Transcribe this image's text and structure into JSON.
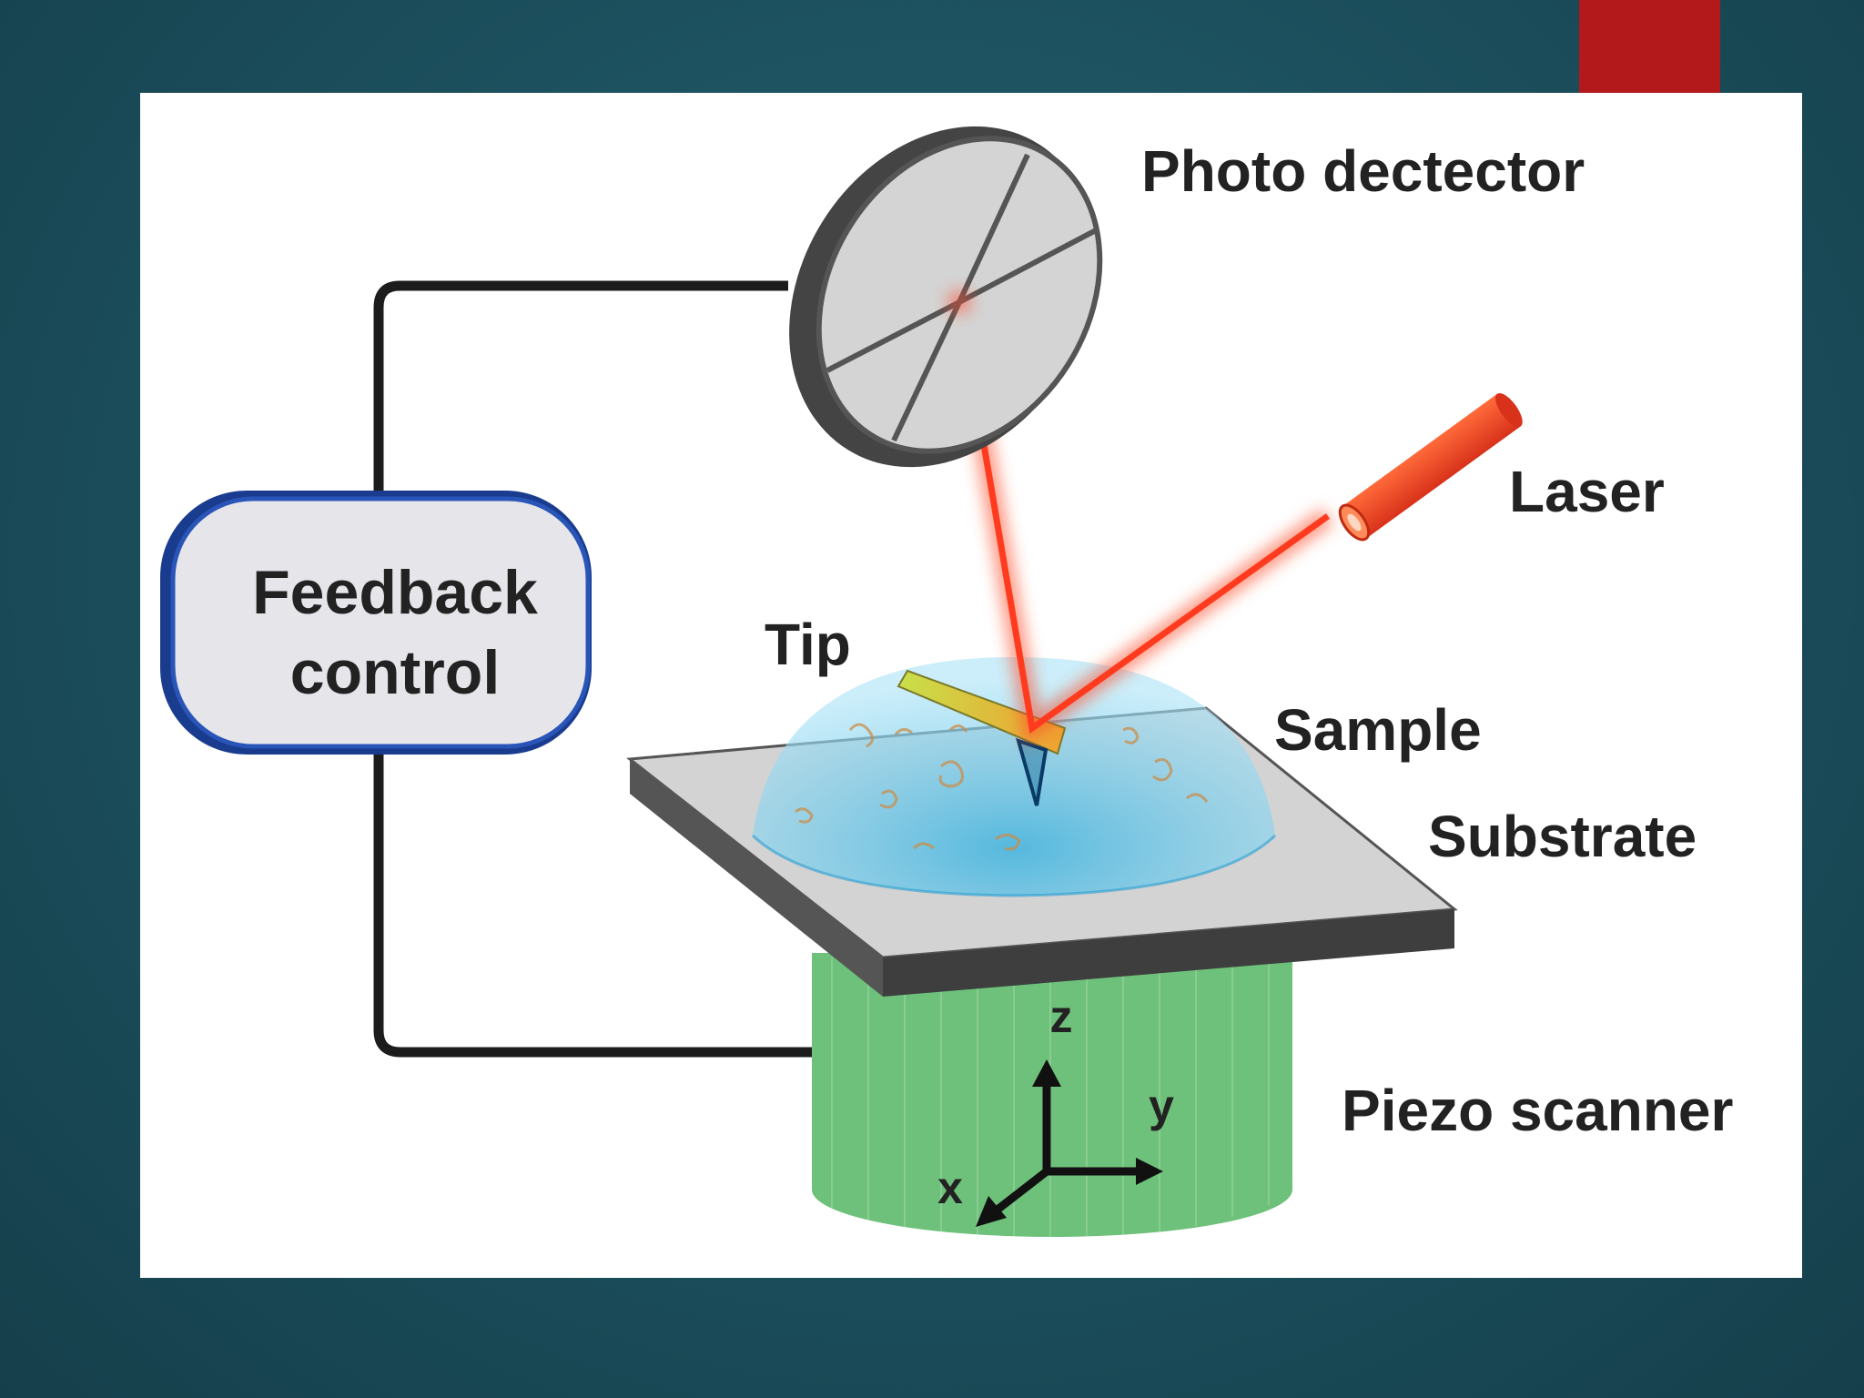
{
  "slide": {
    "background": "#1d5260",
    "accent_color": "#b3191a"
  },
  "diagram": {
    "labels": {
      "photo_detector": "Photo dectector",
      "laser": "Laser",
      "tip": "Tip",
      "sample": "Sample",
      "substrate": "Substrate",
      "piezo_scanner": "Piezo scanner",
      "feedback_line1": "Feedback",
      "feedback_line2": "control",
      "axis_x": "x",
      "axis_y": "y",
      "axis_z": "z"
    },
    "colors": {
      "laser_beam": "#ff3b1f",
      "piezo": "#6ec17a",
      "substrate": "#d3d3d3",
      "droplet": "#5cc6ea",
      "detector": "#5a5a5a",
      "feedback_border": "#1a3c8f"
    }
  }
}
